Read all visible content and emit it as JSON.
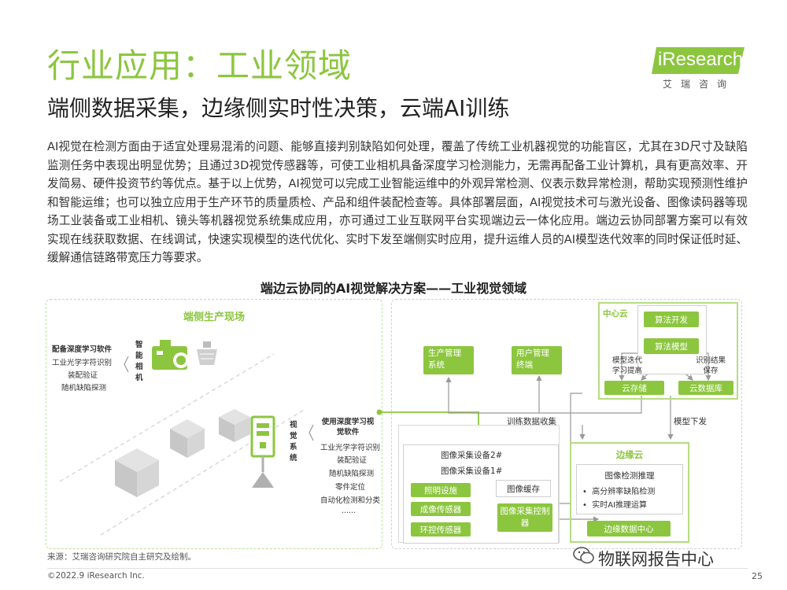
{
  "header": {
    "title": "行业应用：工业领域",
    "subtitle": "端侧数据采集，边缘侧实时性决策，云端AI训练",
    "logo_text": "iResearch",
    "logo_cn": "艾瑞咨询"
  },
  "body_paragraph": "AI视觉在检测方面由于适宜处理易混淆的问题、能够直接判别缺陷如何处理，覆盖了传统工业机器视觉的功能盲区，尤其在3D尺寸及缺陷监测任务中表现出明显优势；且通过3D视觉传感器等，可使工业相机具备深度学习检测能力，无需再配备工业计算机，具有更高效率、开发简易、硬件投资节约等优点。基于以上优势，AI视觉可以完成工业智能运维中的外观异常检测、仪表示数异常检测，帮助实现预测性维护和智能运维；也可以独立应用于生产环节的质量质检、产品和组件装配检查等。具体部署层面，AI视觉技术可与激光设备、图像读码器等现场工业装备或工业相机、镜头等机器视觉系统集成应用，亦可通过工业互联网平台实现端边云一体化应用。端边云协同部署方案可以有效实现在线获取数据、在线调试，快速实现模型的迭代优化、实时下发至端侧实时应用，提升运维人员的AI模型迭代效率的同时保证低时延、缓解通信链路带宽压力等要求。",
  "diagram": {
    "title": "端边云协同的AI视觉解决方案——工业视觉领域",
    "left": {
      "title": "端侧生产现场",
      "camera_software_title": "配备深度学习软件",
      "camera_software_items": [
        "工业光学字符识别",
        "装配验证",
        "随机缺陷探测"
      ],
      "camera_label": "智能相机",
      "vision_label": "视觉系统",
      "vision_software_title": "使用深度学习视觉软件",
      "vision_software_items": [
        "工业光学字符识别",
        "装配验证",
        "随机缺陷探测",
        "零件定位",
        "自动化检测和分类",
        "......"
      ]
    },
    "right": {
      "center_cloud": {
        "title": "中心云",
        "algo_dev": "算法开发",
        "algo_model": "算法模型",
        "cloud_storage": "云存储",
        "cloud_db": "云数据库",
        "model_iteration": "模型迭代学习提高",
        "recognition_save": "识别结果保存"
      },
      "prod_mgmt": "生产管理系统",
      "user_mgmt": "用户管理终端",
      "training_data": "训练数据收集",
      "model_deploy": "模型下发",
      "device2": "图像采集设备2#",
      "device1": "图像采集设备1#",
      "lighting": "照明设施",
      "imaging_sensor": "成像传感器",
      "env_sensor": "环控传感器",
      "image_buffer": "图像缓存",
      "capture_controller": "图像采集控制器",
      "edge": {
        "title": "边缘云",
        "inference_title": "图像检测推理",
        "items": [
          "高分辨率缺陷检测",
          "实时AI推理运算"
        ],
        "data_center": "边缘数据中心"
      }
    }
  },
  "source": "来源：艾瑞咨询研究院自主研究及绘制。",
  "copyright": "©2022.9 iResearch Inc.",
  "page_number": "25",
  "watermark": "物联网报告中心",
  "colors": {
    "accent": "#8cc63f",
    "accent_light": "#b6db82",
    "gray_border": "#cfcfcf"
  }
}
